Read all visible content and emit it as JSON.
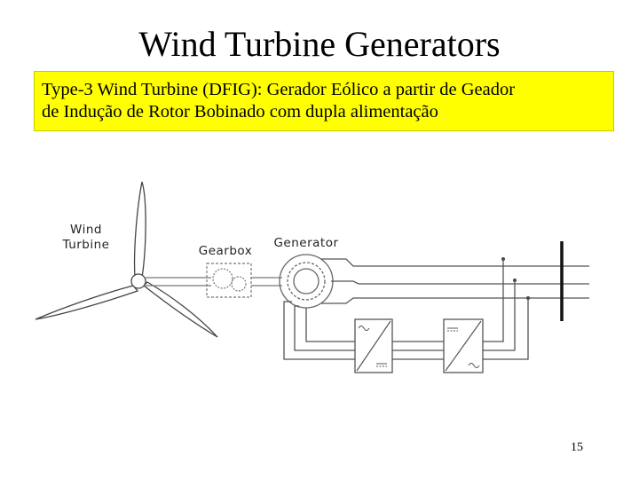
{
  "slide": {
    "title": "Wind Turbine Generators",
    "subtitle_lines": [
      "Type-3 Wind Turbine (DFIG): Gerador Eólico a partir de Geador",
      "de Indução de Rotor Bobinado com dupla alimentação"
    ],
    "page_number": "15"
  },
  "diagram": {
    "labels": {
      "wind_turbine_line1": "Wind",
      "wind_turbine_line2": "Turbine",
      "gearbox": "Gearbox",
      "generator": "Generator"
    },
    "colors": {
      "highlight": "#ffff00",
      "lines": "#555555"
    }
  }
}
